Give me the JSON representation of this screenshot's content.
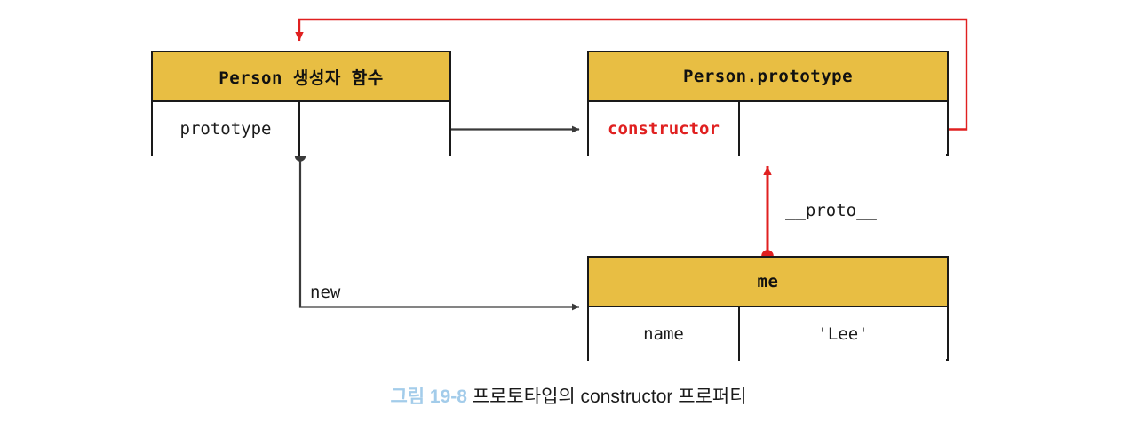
{
  "diagram": {
    "title_caption": {
      "figure_number": "그림 19-8",
      "figure_title": "프로토타입의 constructor 프로퍼티"
    },
    "boxes": [
      {
        "id": "person-constructor",
        "header": "Person 생성자 함수",
        "rows": [
          {
            "key": "prototype",
            "value": ""
          }
        ]
      },
      {
        "id": "person-prototype",
        "header": "Person.prototype",
        "rows": [
          {
            "key": "constructor",
            "value": ""
          }
        ]
      },
      {
        "id": "me-object",
        "header": "me",
        "rows": [
          {
            "key": "name",
            "value": "'Lee'"
          }
        ]
      }
    ],
    "edge_labels": {
      "new": "new",
      "proto": "__proto__"
    },
    "colors": {
      "header_fill": "#E8BE43",
      "border": "#1a1a1a",
      "accent_red": "#E02020",
      "edge_black": "#3a3a3a",
      "caption_blue": "#A3CCEA"
    }
  }
}
